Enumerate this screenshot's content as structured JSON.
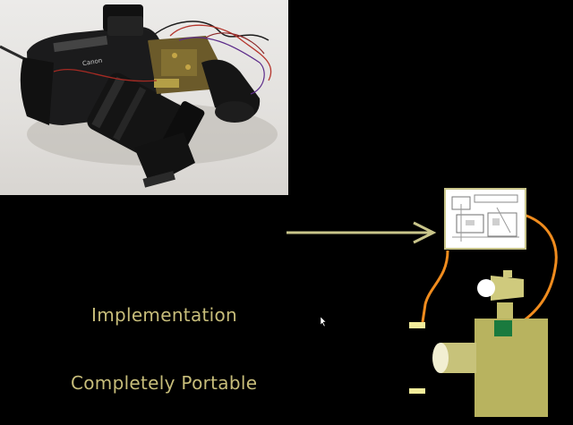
{
  "slide": {
    "labels": {
      "implementation": "Implementation",
      "portable": "Completely Portable"
    },
    "colors": {
      "background": "#000000",
      "label_text": "#c7bd7a",
      "arrow": "#c9c58a",
      "wire": "#f08c1e",
      "device_body": "#b8b35f",
      "connector_green": "#1a7a3e",
      "connector_yellow": "#f2ec9a",
      "lens_tip": "#f2efd2"
    },
    "icons": {
      "photo": "camera-prototype-photo",
      "board": "circuit-board-icon",
      "device": "camera-device-diagram",
      "flash": "flash-unit-icon"
    }
  }
}
